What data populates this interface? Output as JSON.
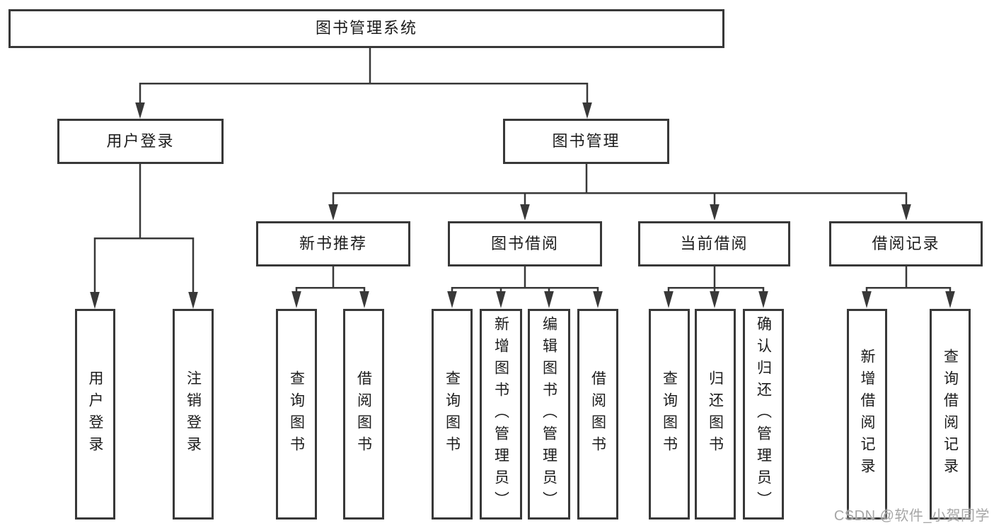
{
  "watermark": "CSDN @软件_小贺同学",
  "colors": {
    "line": "#383838",
    "box_border": "#383838",
    "text": "#1c1c1c",
    "watermark": "#a6a6a6",
    "background": "#ffffff"
  },
  "tree": {
    "root": {
      "label": "图书管理系统",
      "children": [
        {
          "label": "用户登录",
          "children": [
            {
              "label": "用户登录"
            },
            {
              "label": "注销登录"
            }
          ]
        },
        {
          "label": "图书管理",
          "children": [
            {
              "label": "新书推荐",
              "children": [
                {
                  "label": "查询图书"
                },
                {
                  "label": "借阅图书"
                }
              ]
            },
            {
              "label": "图书借阅",
              "children": [
                {
                  "label": "查询图书"
                },
                {
                  "label": "新增图书（管理员）"
                },
                {
                  "label": "编辑图书（管理员）"
                },
                {
                  "label": "借阅图书"
                }
              ]
            },
            {
              "label": "当前借阅",
              "children": [
                {
                  "label": "查询图书"
                },
                {
                  "label": "归还图书"
                },
                {
                  "label": "确认归还（管理员）"
                }
              ]
            },
            {
              "label": "借阅记录",
              "children": [
                {
                  "label": "新增借阅记录"
                },
                {
                  "label": "查询借阅记录"
                }
              ]
            }
          ]
        }
      ]
    }
  }
}
